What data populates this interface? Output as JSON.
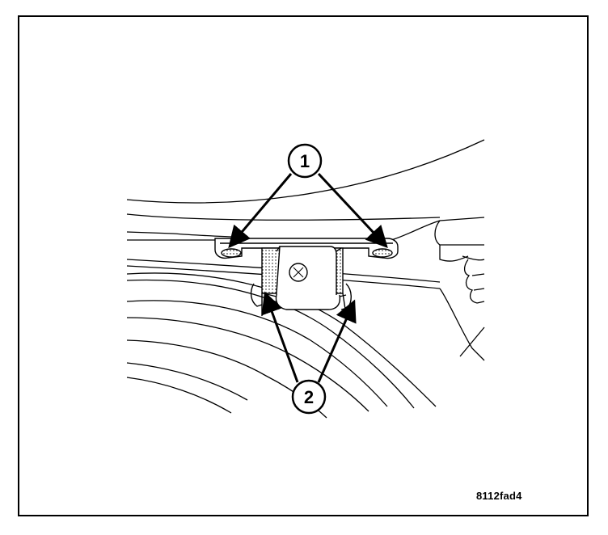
{
  "callouts": [
    {
      "label": "1"
    },
    {
      "label": "2"
    }
  ],
  "figure_code": "8112fad4",
  "colors": {
    "line": "#000000",
    "background": "#ffffff"
  }
}
